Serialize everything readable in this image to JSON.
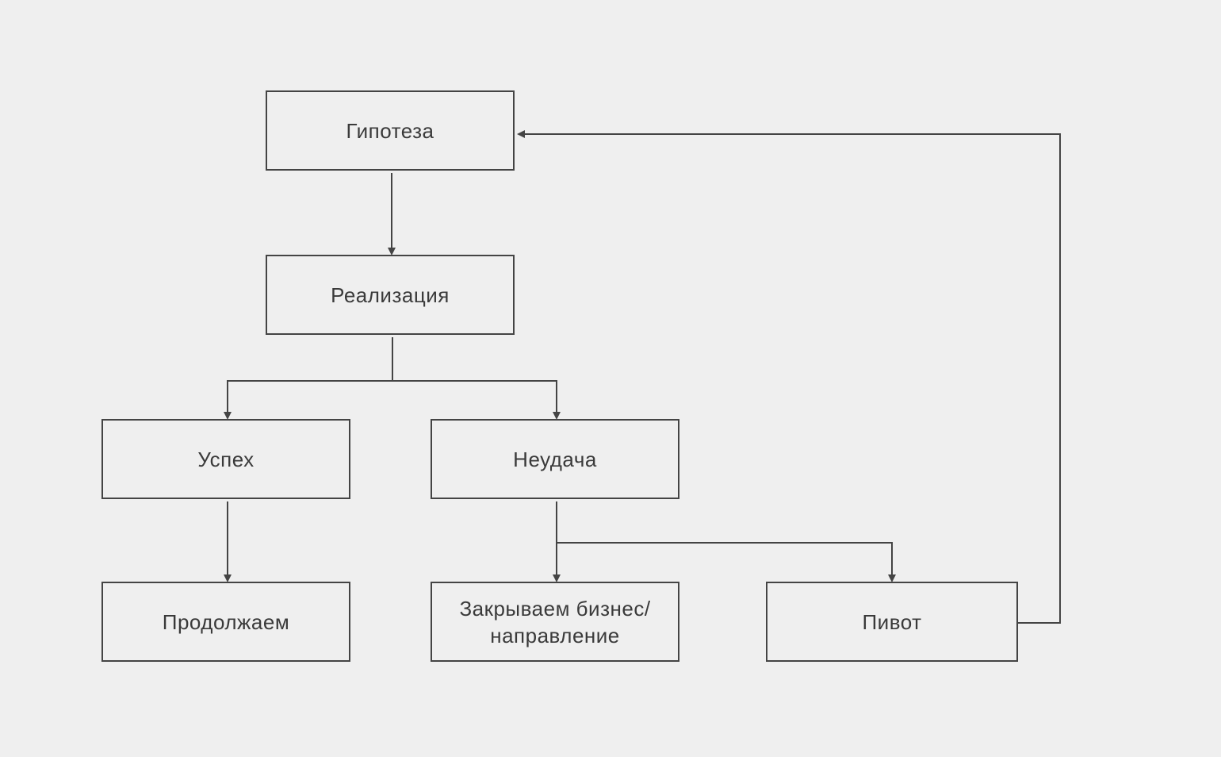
{
  "nodes": {
    "hypothesis": "Гипотеза",
    "implementation": "Реализация",
    "success": "Успех",
    "failure": "Неудача",
    "continue": "Продолжаем",
    "close": "Закрываем бизнес/ направление",
    "pivot": "Пивот"
  },
  "colors": {
    "line": "#444444",
    "background": "#efefef"
  }
}
